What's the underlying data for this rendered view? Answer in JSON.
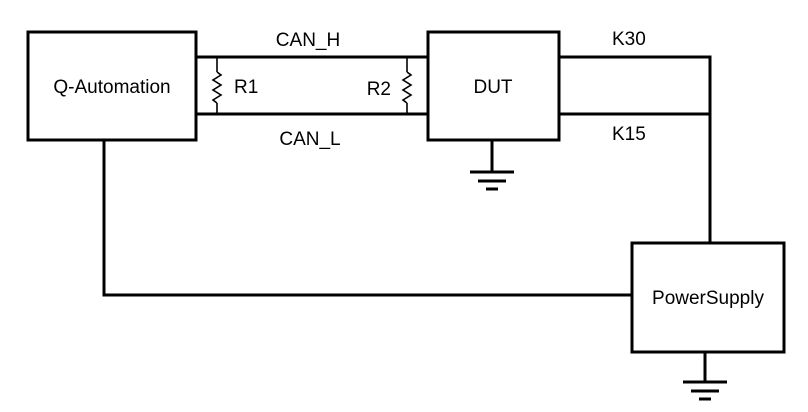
{
  "blocks": {
    "q_automation": "Q-Automation",
    "dut": "DUT",
    "power_supply": "PowerSupply"
  },
  "signals": {
    "can_h": "CAN_H",
    "can_l": "CAN_L",
    "k30": "K30",
    "k15": "K15"
  },
  "components": {
    "r1": "R1",
    "r2": "R2"
  },
  "colors": {
    "line": "#000000",
    "background": "#ffffff"
  }
}
